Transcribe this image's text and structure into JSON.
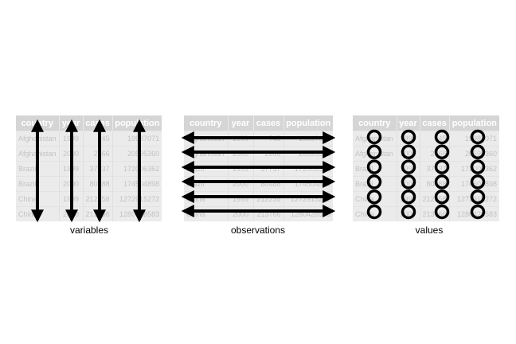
{
  "columns": [
    "country",
    "year",
    "cases",
    "population"
  ],
  "rows": [
    [
      "Afghanistan",
      "1999",
      "745",
      "19987071"
    ],
    [
      "Afghanistan",
      "2000",
      "2666",
      "20595360"
    ],
    [
      "Brazil",
      "1999",
      "37737",
      "172006362"
    ],
    [
      "Brazil",
      "2000",
      "80488",
      "174504898"
    ],
    [
      "China",
      "1999",
      "212258",
      "1272915272"
    ],
    [
      "China",
      "2000",
      "213766",
      "1280428583"
    ]
  ],
  "captions": {
    "variables": "variables",
    "observations": "observations",
    "values": "values"
  },
  "colors": {
    "header_bg": "#d5d5d5",
    "cell_bg": "#ebebeb",
    "cell_text": "#c3c3c3",
    "mark": "#000000"
  }
}
